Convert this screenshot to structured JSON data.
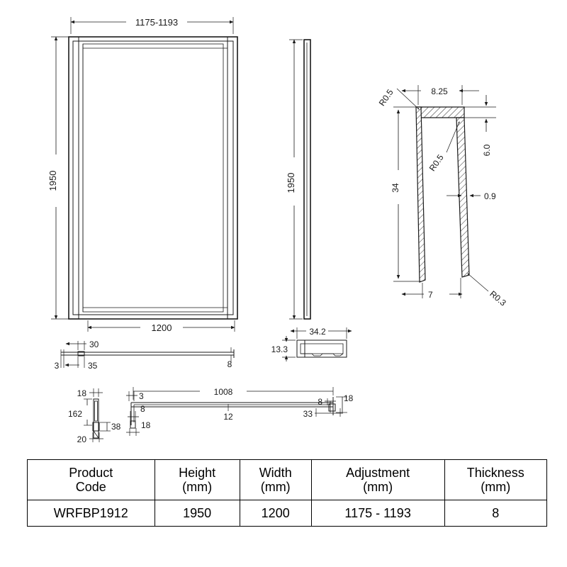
{
  "drawing": {
    "title": "Shower panel technical drawing",
    "line_color": "#1a1a1a",
    "background": "#ffffff",
    "front_view": {
      "name": "front-elevation",
      "dim_top": "1175-1193",
      "dim_left": "1950",
      "dim_bottom": "1200"
    },
    "side_view": {
      "name": "side-elevation",
      "dim_height": "1950",
      "dim_width": "34.2",
      "dim_depth": "13.3"
    },
    "top_profile": {
      "name": "top-profile-section",
      "dim_a": "30",
      "dim_b": "3",
      "dim_c": "35",
      "dim_d": "8"
    },
    "cross_section": {
      "name": "glass-channel-cross-section",
      "radius_top_left": "R0.5",
      "radius_inner": "R0.5",
      "radius_bottom": "R0.3",
      "dim_width": "8.25",
      "dim_top_height": "6.0",
      "dim_height": "34",
      "dim_wall": "0.9",
      "dim_foot": "7"
    },
    "bottom_profile": {
      "name": "bottom-rail-detail",
      "dim_top_left": "18",
      "dim_height": "162",
      "dim_base": "20",
      "dim_foot": "38",
      "dim_start": "3",
      "dim_lip": "8",
      "dim_lip2": "18",
      "dim_length": "1008",
      "dim_mid": "12",
      "dim_end_a": "8",
      "dim_end_b": "18",
      "dim_end_c": "33"
    }
  },
  "spec_table": {
    "name": "product-specification-table",
    "headers": [
      "Product\nCode",
      "Height\n(mm)",
      "Width\n(mm)",
      "Adjustment\n(mm)",
      "Thickness\n(mm)"
    ],
    "headers_line1": [
      "Product",
      "Height",
      "Width",
      "Adjustment",
      "Thickness"
    ],
    "headers_line2": [
      "Code",
      "(mm)",
      "(mm)",
      "(mm)",
      "(mm)"
    ],
    "rows": [
      [
        "WRFBP1912",
        "1950",
        "1200",
        "1175 - 1193",
        "8"
      ]
    ]
  }
}
